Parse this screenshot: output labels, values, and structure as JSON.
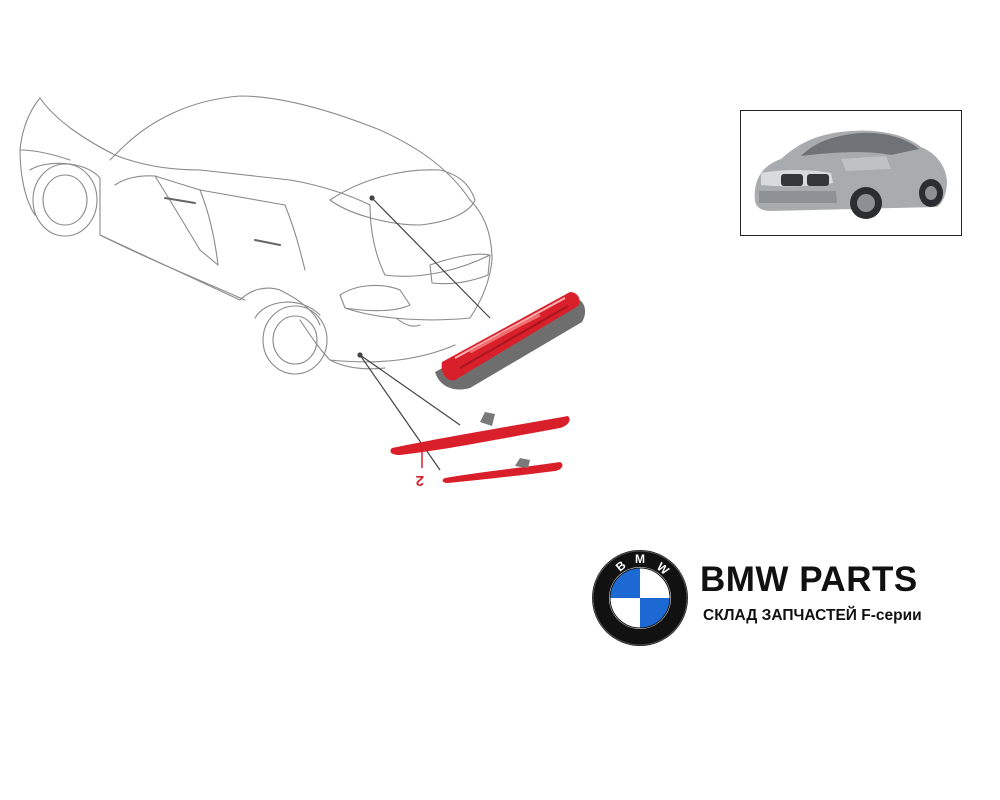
{
  "diagram": {
    "callouts": [
      {
        "label": "2",
        "color": "#d91f2a"
      }
    ],
    "colors": {
      "line_art": "#7a7a7a",
      "part_red": "#d91f2a",
      "part_housing": "#6e6e6e",
      "leader": "#444444"
    }
  },
  "thumbnail": {
    "icon": "car-photo-icon",
    "car_color": "#a9acaf"
  },
  "brand": {
    "title": "BMW PARTS",
    "subtitle": "СКЛАД ЗАПЧАСТЕЙ F-серии",
    "logo_letters": "BMW",
    "logo_colors": {
      "ring": "#111111",
      "blue": "#1c69d4",
      "white": "#ffffff"
    }
  }
}
